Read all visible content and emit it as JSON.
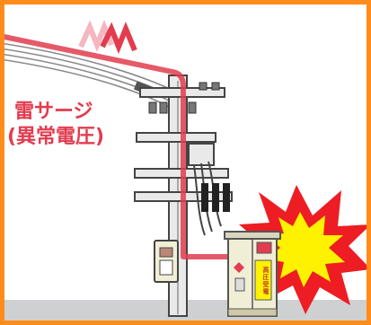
{
  "diagram": {
    "label_line1": "雷サージ",
    "label_line2": "(異常電圧)",
    "cabinet_tag": "高圧受電",
    "colors": {
      "frame": "#ff8c1a",
      "surge": "#e23c4e",
      "burst_outer": "#ee1d23",
      "burst_inner": "#fff200",
      "ground": "#cfd0d2"
    }
  }
}
